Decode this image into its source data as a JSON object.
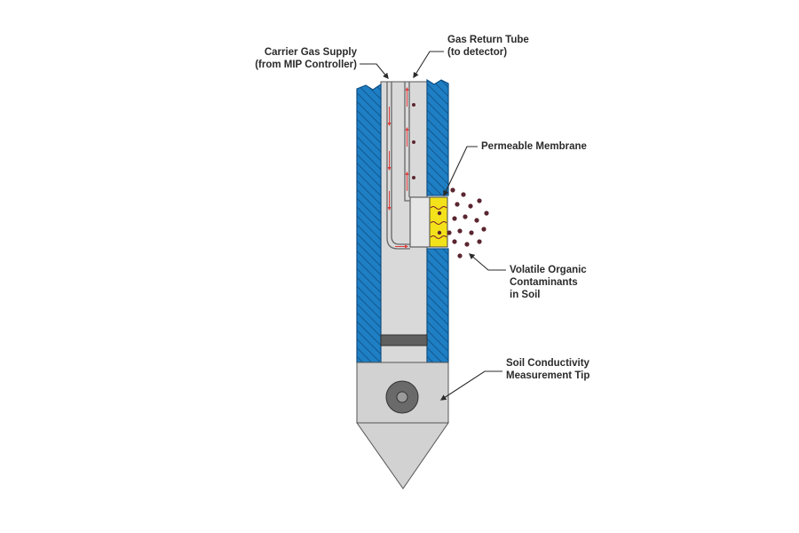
{
  "labels": {
    "carrier_gas_line1": "Carrier Gas Supply",
    "carrier_gas_line2": "(from MIP Controller)",
    "gas_return_line1": "Gas Return Tube",
    "gas_return_line2": "(to detector)",
    "membrane": "Permeable Membrane",
    "voc_line1": "Volatile Organic",
    "voc_line2": "Contaminants",
    "voc_line3": "in Soil",
    "tip_line1": "Soil Conductivity",
    "tip_line2": "Measurement Tip"
  },
  "colors": {
    "probe_wall": "#1f7fc4",
    "probe_gray": "#d2d2d2",
    "membrane": "#f3e21a",
    "flow_arrow": "#e03a3a",
    "contaminant": "#5a2630"
  }
}
